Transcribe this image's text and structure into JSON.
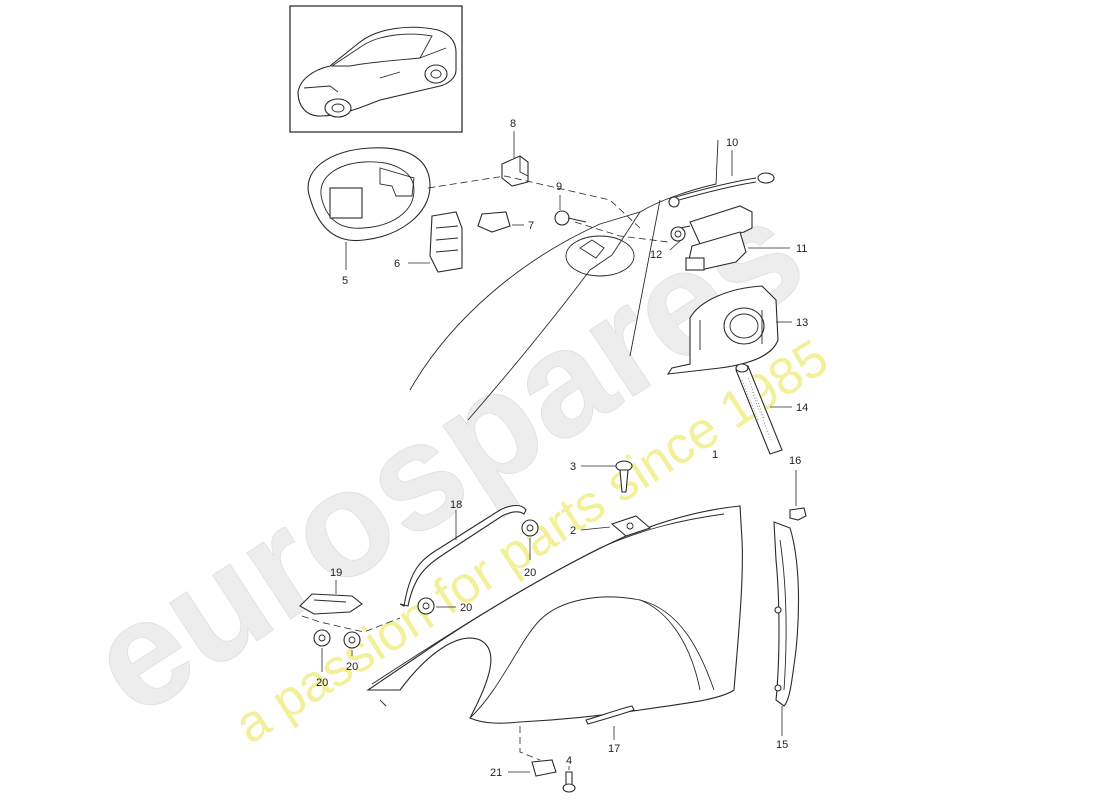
{
  "watermark": {
    "brand": "eurospares",
    "tagline": "a passion for parts since 1985"
  },
  "callouts": {
    "c1": "1",
    "c2": "2",
    "c3": "3",
    "c4": "4",
    "c5": "5",
    "c6": "6",
    "c7": "7",
    "c8": "8",
    "c9": "9",
    "c10": "10",
    "c11": "11",
    "c12": "12",
    "c13": "13",
    "c14": "14",
    "c15": "15",
    "c16": "16",
    "c17": "17",
    "c18": "18",
    "c19": "19",
    "c20a": "20",
    "c20b": "20",
    "c20c": "20",
    "c20d": "20",
    "c21": "21"
  }
}
